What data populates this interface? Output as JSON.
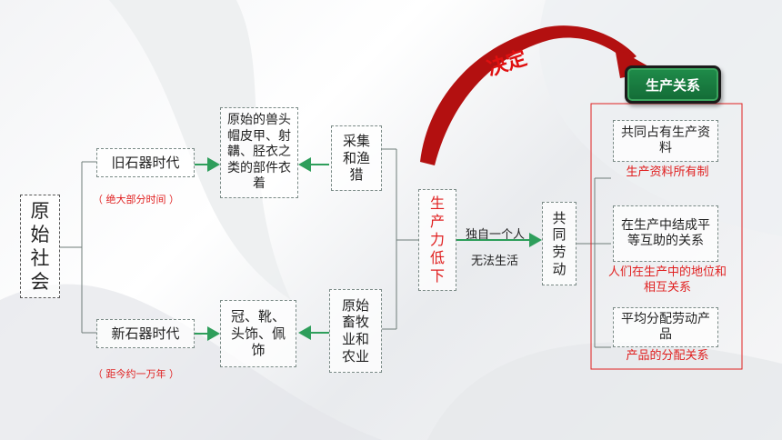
{
  "root": "原始社会",
  "eras": {
    "old": {
      "label": "旧石器时代",
      "note": "（ 绝大部分时间 ）",
      "clothing": "原始的兽头帽皮甲、射韝、胫衣之类的部件衣着",
      "livelihood": "采集和渔猎"
    },
    "new": {
      "label": "新石器时代",
      "note": "（ 距今约一万年 ）",
      "clothing": "冠、靴、头饰、佩饰",
      "livelihood": "原始畜牧业和农业"
    }
  },
  "productivity": "生产力低下",
  "arrow_label": {
    "line1": "独自一个人",
    "line2": "无法生活"
  },
  "common_labor": "共同劳动",
  "decide_label": "决定",
  "relations": {
    "title": "生产关系",
    "items": [
      {
        "desc": "共同占有生产资料",
        "label": "生产资料所有制"
      },
      {
        "desc": "在生产中结成平等互助的关系",
        "label": "人们在生产中的地位和相互关系"
      },
      {
        "desc": "平均分配劳动产品",
        "label": "产品的分配关系"
      }
    ]
  },
  "colors": {
    "arrow_green": "#2e9e5b",
    "accent_red": "#e02020",
    "badge_green": "#1b7f3f",
    "curve_red": "#b31010"
  }
}
